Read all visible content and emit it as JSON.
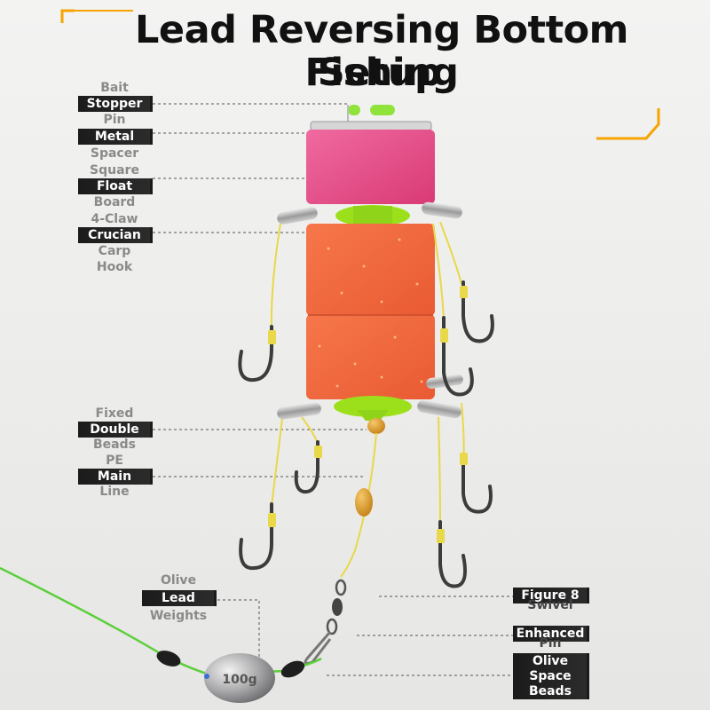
{
  "title": {
    "line1": "Lead Reversing Bottom Fishing",
    "line2": "Setup"
  },
  "labels_left": {
    "bait_stopper_pin": [
      "Bait",
      "Stopper",
      "Pin"
    ],
    "metal_spacer": [
      "Metal",
      "Spacer"
    ],
    "square_float_board": [
      "Square",
      "Float",
      "Board"
    ],
    "four_claw_crucian_carp_hook": [
      "4-Claw",
      "Crucian",
      "Carp",
      "Hook"
    ],
    "fixed_double_beads": [
      "Fixed",
      "Double",
      "Beads"
    ],
    "pe_main_line": [
      "PE",
      "Main",
      "Line"
    ],
    "olive_lead_weights": [
      "Olive",
      "Lead",
      "Weights"
    ]
  },
  "labels_right": {
    "figure_8_swivel": [
      "Figure 8",
      "Swivel"
    ],
    "enhanced_pin": [
      "Enhanced",
      "Pin"
    ],
    "olive_space_beads": [
      "Olive",
      "Space",
      "Beads"
    ]
  },
  "weight_label": "100g",
  "colors": {
    "accent_orange": "#f5a400",
    "float_pink": "#e94a86",
    "float_orange": "#f26a3c",
    "spacer_green": "#9be01a",
    "line_yellow": "#e8d84a",
    "main_line_green": "#5ccf3a",
    "label_dark": "#1f1f1f",
    "label_grey": "#8a8a8a"
  },
  "icons": [
    "corner-bracket-top-left",
    "corner-bracket-right"
  ]
}
